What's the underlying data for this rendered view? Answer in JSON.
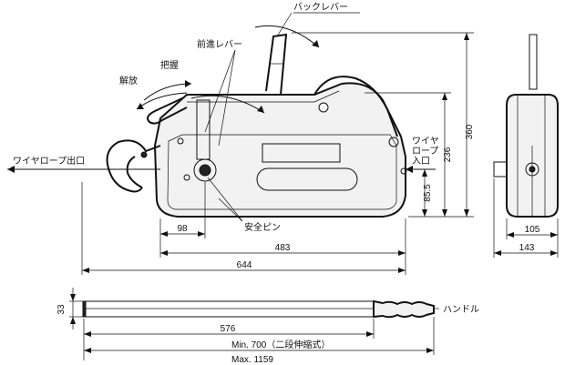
{
  "labels": {
    "back_lever": "バックレバー",
    "forward_lever": "前進レバー",
    "grip": "把握",
    "release": "解放",
    "wire_outlet": "ワイヤロープ出口",
    "wire_inlet_1": "ワイヤ",
    "wire_inlet_2": "ロープ",
    "wire_inlet_3": "入口",
    "safety_pin": "安全ピン",
    "handle": "ハンドル"
  },
  "dimensions": {
    "d360": "360",
    "d236": "236",
    "d85_5": "85.5",
    "d98": "98",
    "d483": "483",
    "d644": "644",
    "d105": "105",
    "d143": "143",
    "d33": "33",
    "d576": "576",
    "dmin": "Min. 700（二段伸縮式）",
    "dmax": "Max. 1159"
  }
}
